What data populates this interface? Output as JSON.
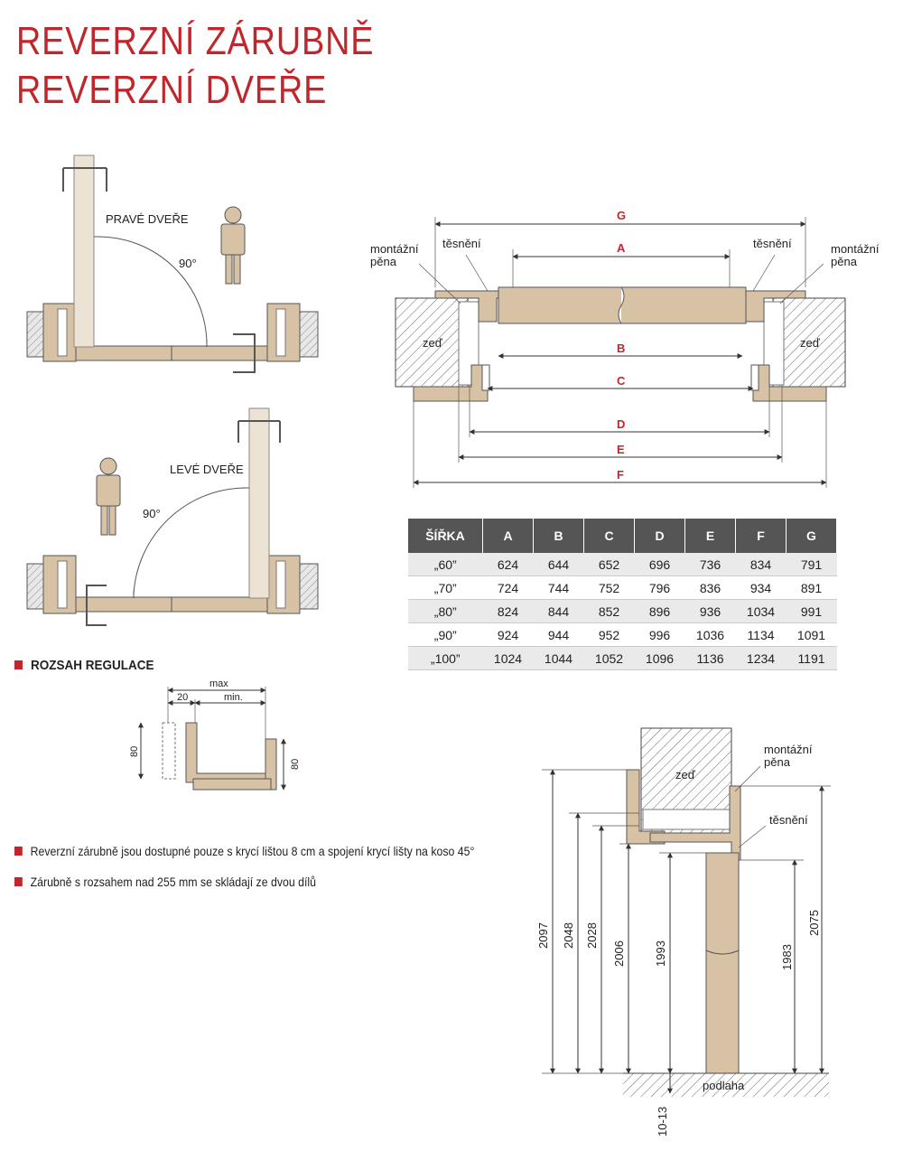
{
  "title": {
    "line1": "REVERZNÍ ZÁRUBNĚ",
    "line2": "REVERZNÍ DVEŘE"
  },
  "left_diagrams": {
    "right_door_label": "PRAVÉ DVEŘE",
    "left_door_label": "LEVÉ DVEŘE",
    "angle_top": "90°",
    "angle_bottom": "90°"
  },
  "plan_view": {
    "labels": {
      "G": "G",
      "A": "A",
      "B": "B",
      "C": "C",
      "D": "D",
      "E": "E",
      "F": "F"
    },
    "foam_left": [
      "montážní",
      "pěna"
    ],
    "seal_left": "těsnění",
    "seal_right": "těsnění",
    "foam_right": [
      "montážní",
      "pěna"
    ],
    "wall_left": "zeď",
    "wall_right": "zeď"
  },
  "table": {
    "headers": [
      "ŠÍŘKA",
      "A",
      "B",
      "C",
      "D",
      "E",
      "F",
      "G"
    ],
    "rows": [
      [
        "„60”",
        "624",
        "644",
        "652",
        "696",
        "736",
        "834",
        "791"
      ],
      [
        "„70”",
        "724",
        "744",
        "752",
        "796",
        "836",
        "934",
        "891"
      ],
      [
        "„80”",
        "824",
        "844",
        "852",
        "896",
        "936",
        "1034",
        "991"
      ],
      [
        "„90”",
        "924",
        "944",
        "952",
        "996",
        "1036",
        "1134",
        "1091"
      ],
      [
        "„100”",
        "1024",
        "1044",
        "1052",
        "1096",
        "1136",
        "1234",
        "1191"
      ]
    ]
  },
  "range": {
    "heading": "ROZSAH REGULACE",
    "max": "max",
    "value20": "20",
    "min": "min.",
    "h_left": "80",
    "h_right": "80"
  },
  "notes": [
    "Reverzní zárubně jsou dostupné pouze s krycí lištou 8 cm a spojení krycí lišty na koso 45°",
    "Zárubně s rozsahem nad 255 mm se skládají ze dvou dílů"
  ],
  "section": {
    "wall": "zeď",
    "foam": [
      "montážní",
      "pěna"
    ],
    "seal": "těsnění",
    "floor": "podlaha",
    "dims": [
      "2097",
      "2048",
      "2028",
      "2006",
      "1993",
      "1983",
      "2075",
      "10-13"
    ]
  },
  "colors": {
    "accent": "#c0272d",
    "wood": "#d8c2a5",
    "table_header": "#555555"
  }
}
